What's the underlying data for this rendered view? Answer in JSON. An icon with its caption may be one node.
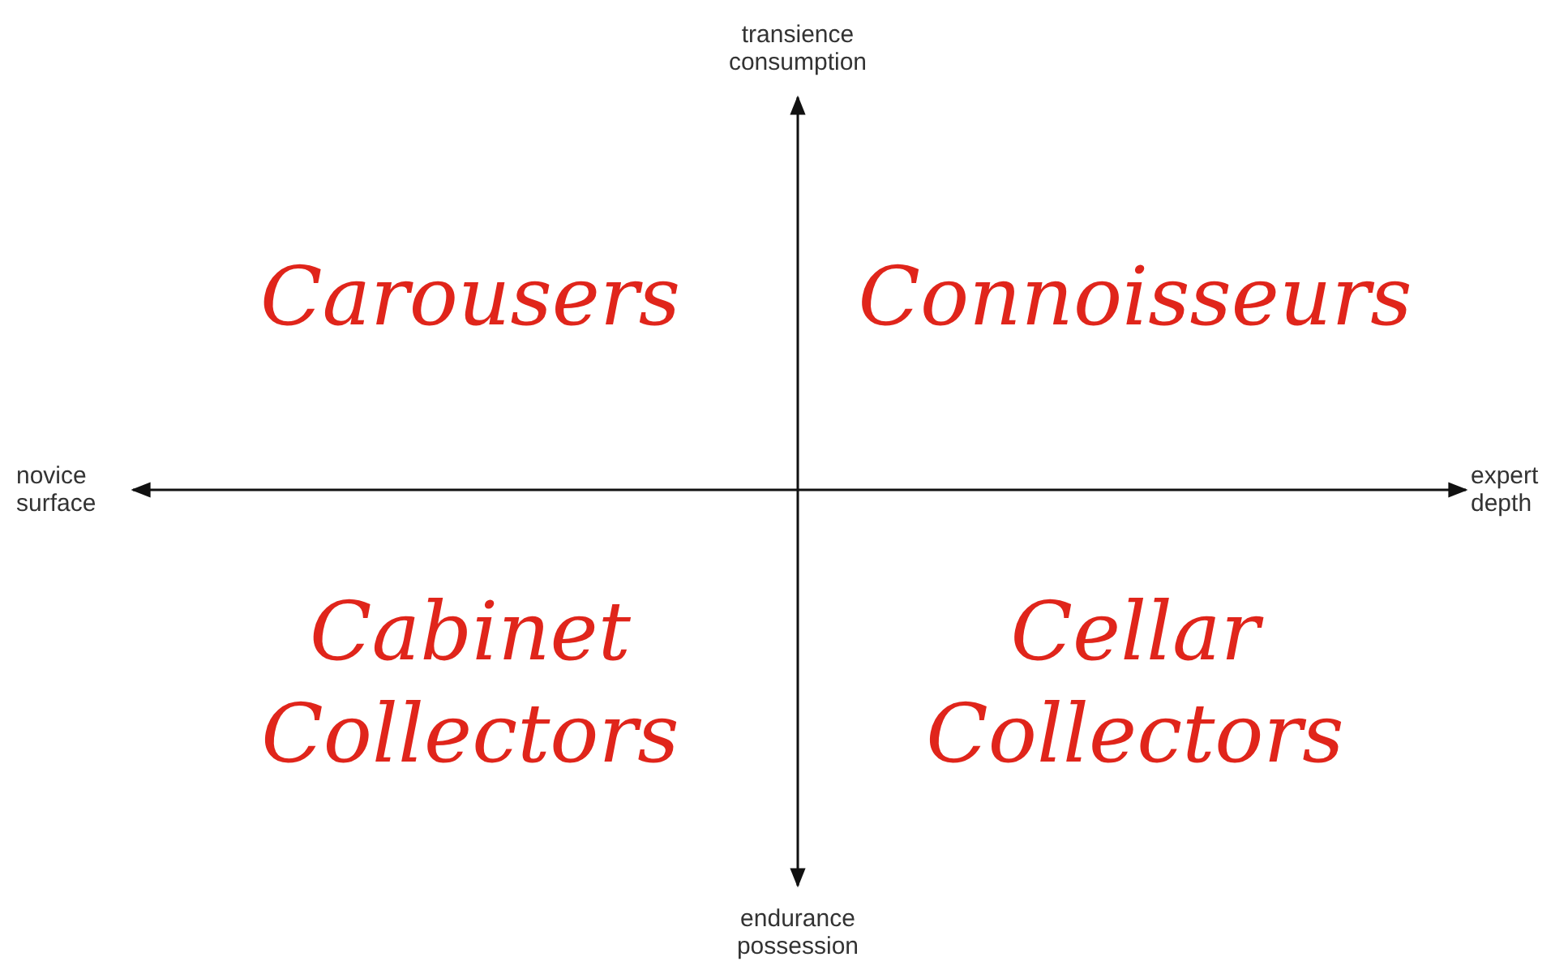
{
  "diagram": {
    "labels": [
      "transience consumption",
      "Carousers",
      "Connoisseurs",
      "novice surface",
      "expert depth",
      "Cabinet Collectors",
      "Cellar Collectors",
      "endurance possession"
    ]
  }
}
